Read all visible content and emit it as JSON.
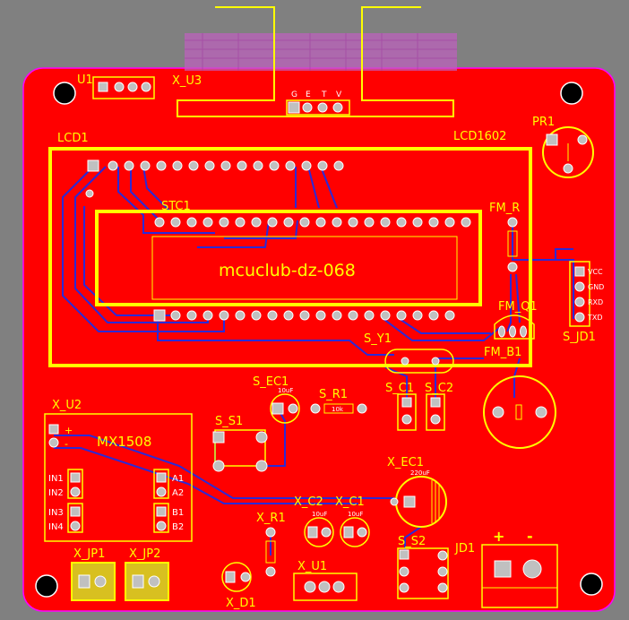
{
  "board": {
    "title": "mcuclub-dz-068"
  },
  "colors": {
    "board": "#ff0000",
    "silk": "#ffff00",
    "copper_bottom": "#2222dd",
    "outline": "#ff00ff"
  },
  "labels": {
    "u1": "U1",
    "x_u3": "X_U3",
    "lcd1": "LCD1",
    "lcd1602": "LCD1602",
    "pr1": "PR1",
    "stc1": "STC1",
    "fm_r": "FM_R",
    "fm_q1": "FM_Q1",
    "fm_b1": "FM_B1",
    "s_y1": "S_Y1",
    "s_ec1": "S_EC1",
    "s_r1": "S_R1",
    "s_c1": "S_C1",
    "s_c2": "S_C2",
    "x_u2": "X_U2",
    "mx1508": "MX1508",
    "s_s1": "S_S1",
    "x_ec1": "X_EC1",
    "x_c2": "X_C2",
    "x_c1": "X_C1",
    "x_r1": "X_R1",
    "x_jp1": "X_JP1",
    "x_jp2": "X_JP2",
    "x_u1": "X_U1",
    "x_d1": "X_D1",
    "s_s2": "S_S2",
    "jd1": "JD1",
    "s_jd1": "S_JD1",
    "plus": "+",
    "minus": "-"
  },
  "pins": {
    "sensor": [
      "G",
      "E",
      "T",
      "V"
    ],
    "jd1": [
      "VCC",
      "GND",
      "RXD",
      "TXD"
    ],
    "mx_left": [
      "IN1",
      "IN2",
      "IN3",
      "IN4"
    ],
    "mx_right": [
      "A1",
      "A2",
      "B1",
      "B2"
    ]
  },
  "values": {
    "ec1": "10uF",
    "r1": "10k",
    "xec1": "220uF",
    "xc2": "10uF",
    "xc1": "10uF"
  }
}
